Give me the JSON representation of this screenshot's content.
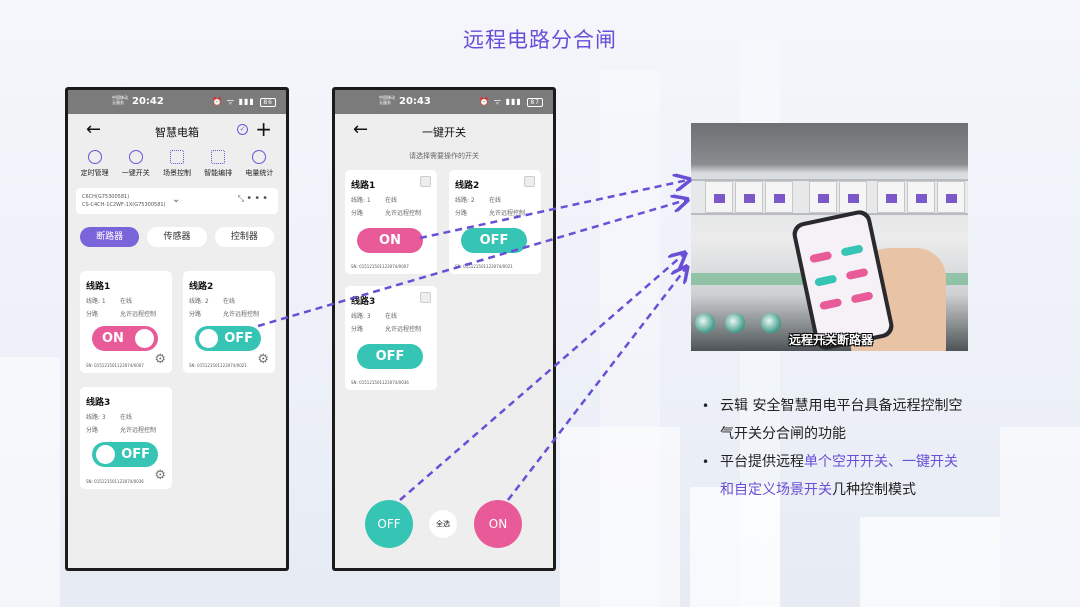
{
  "page_title": "远程电路分合闸",
  "phone1": {
    "status": {
      "carrier": "中国移动 无服务",
      "time": "20:42",
      "battery": "86"
    },
    "title": "智慧电箱",
    "quick": [
      "定时管理",
      "一键开关",
      "场景控制",
      "智能编排",
      "电量统计"
    ],
    "device": {
      "line1": "C6CH(G75300581)",
      "line2": "CS-C4CH-1C2WF-1X(G75300581)"
    },
    "tabs": [
      "断路器",
      "传感器",
      "控制器"
    ],
    "cards": [
      {
        "name": "线路1",
        "line_label": "线路: 1",
        "status": "在线",
        "sub": "分路",
        "perm": "允许远程控制",
        "state": "ON",
        "sn": "SN: 015121501123074/0007"
      },
      {
        "name": "线路2",
        "line_label": "线路: 2",
        "status": "在线",
        "sub": "分路",
        "perm": "允许远程控制",
        "state": "OFF",
        "sn": "SN: 015121501123074/0021"
      },
      {
        "name": "线路3",
        "line_label": "线路: 3",
        "status": "在线",
        "sub": "分路",
        "perm": "允许远程控制",
        "state": "OFF",
        "sn": "SN: 015121501123074/0036"
      }
    ]
  },
  "phone2": {
    "status": {
      "carrier": "中国移动 无服务",
      "time": "20:43",
      "battery": "87"
    },
    "title": "一键开关",
    "subtitle": "请选择需要操作的开关",
    "cards": [
      {
        "name": "线路1",
        "line_label": "线路: 1",
        "status": "在线",
        "sub": "分路",
        "perm": "允许远程控制",
        "state": "ON",
        "sn": "SN: 015121501123074/0007"
      },
      {
        "name": "线路2",
        "line_label": "线路: 2",
        "status": "在线",
        "sub": "分路",
        "perm": "允许远程控制",
        "state": "OFF",
        "sn": "SN: 015121501123074/0021"
      },
      {
        "name": "线路3",
        "line_label": "线路: 3",
        "status": "在线",
        "sub": "分路",
        "perm": "允许远程控制",
        "state": "OFF",
        "sn": "SN: 015121501123074/0036"
      }
    ],
    "off_label": "OFF",
    "all_label": "全选",
    "on_label": "ON"
  },
  "photo_caption": "远程开关断路器",
  "bullets": {
    "b1": "云辑 安全智慧用电平台具备远程控制空气开关分合闸的功能",
    "b2_pre": "平台提供远程",
    "b2_hl": "单个空开开关、一键开关和自定义场景开关",
    "b2_post": "几种控制模式"
  },
  "colors": {
    "accent": "#6a4fd6",
    "on": "#e85b98",
    "off": "#36c4b5",
    "arrow": "#6a4fd6"
  }
}
